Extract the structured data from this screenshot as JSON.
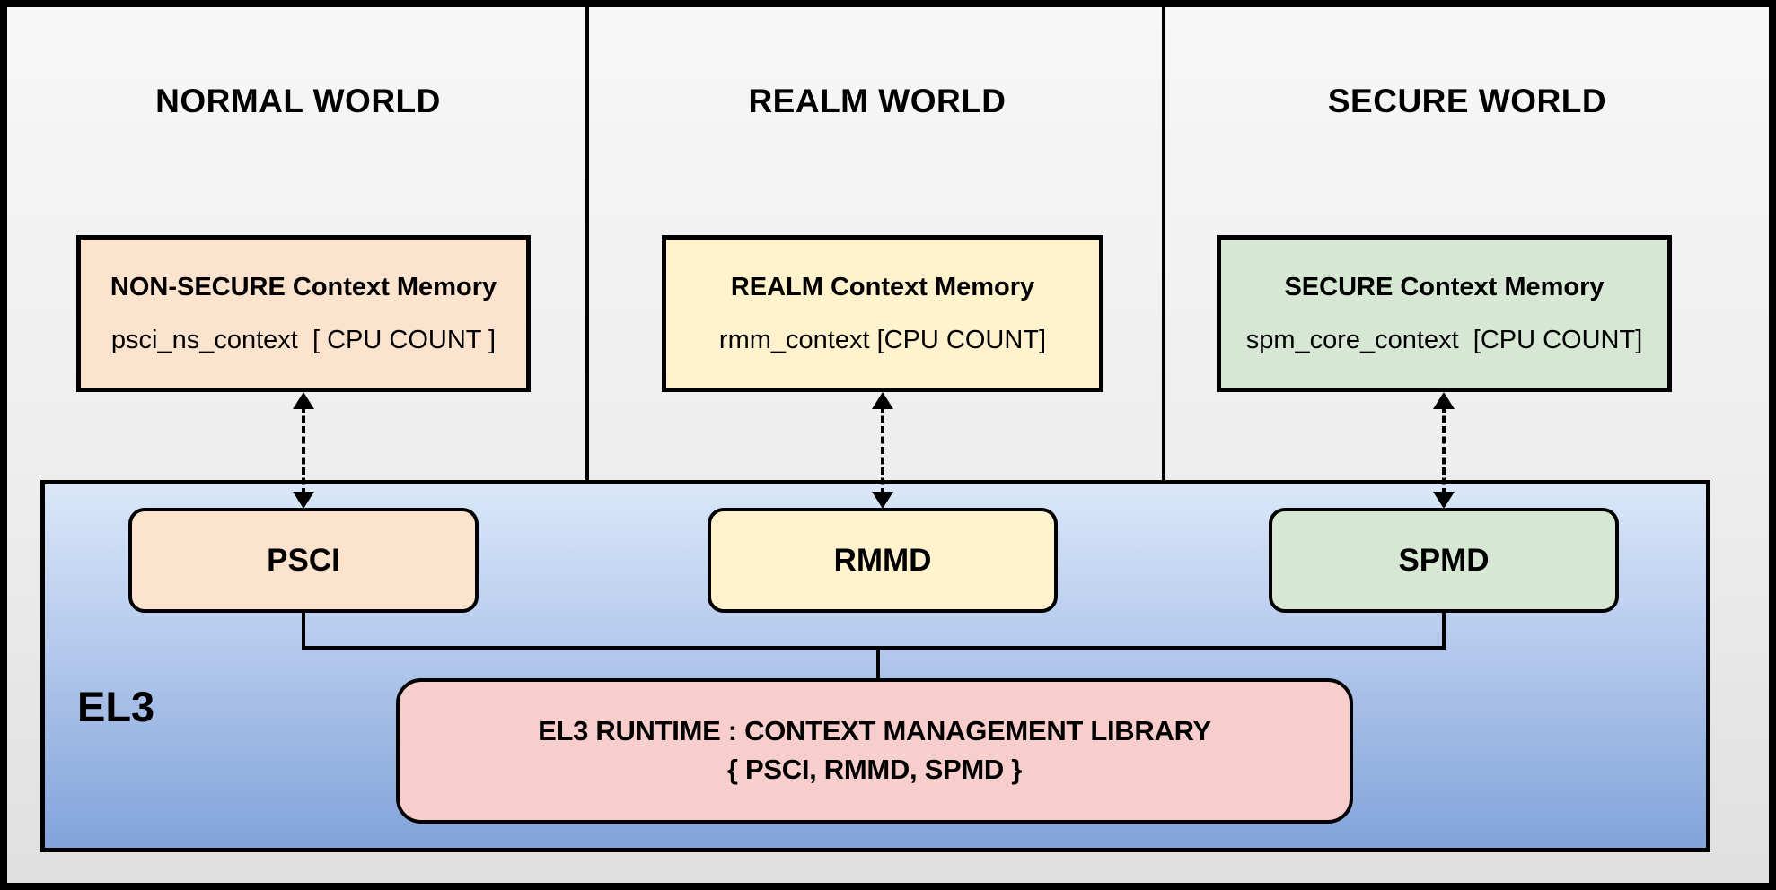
{
  "diagram": {
    "title_hint": "EL3 Runtime Context Management Library architecture",
    "worlds": [
      {
        "title": "NORMAL WORLD",
        "memory_title": "NON-SECURE Context Memory",
        "memory_value": "psci_ns_context  [ CPU COUNT ]",
        "dispatcher": "PSCI",
        "color": "#fce3cd"
      },
      {
        "title": "REALM WORLD",
        "memory_title": "REALM Context Memory",
        "memory_value": "rmm_context [CPU COUNT]",
        "dispatcher": "RMMD",
        "color": "#fff2cc"
      },
      {
        "title": "SECURE WORLD",
        "memory_title": "SECURE Context Memory",
        "memory_value": "spm_core_context  [CPU COUNT]",
        "dispatcher": "SPMD",
        "color": "#d6e8d4"
      }
    ],
    "el3": {
      "label": "EL3",
      "runtime_line1": "EL3 RUNTIME : CONTEXT MANAGEMENT LIBRARY",
      "runtime_line2": "{ PSCI, RMMD, SPMD }",
      "container_color_top": "#dae7f9",
      "container_color_bottom": "#82a3da",
      "runtime_color": "#f8cecc"
    },
    "connector_color": "#000000",
    "background_color": "#ededed"
  }
}
